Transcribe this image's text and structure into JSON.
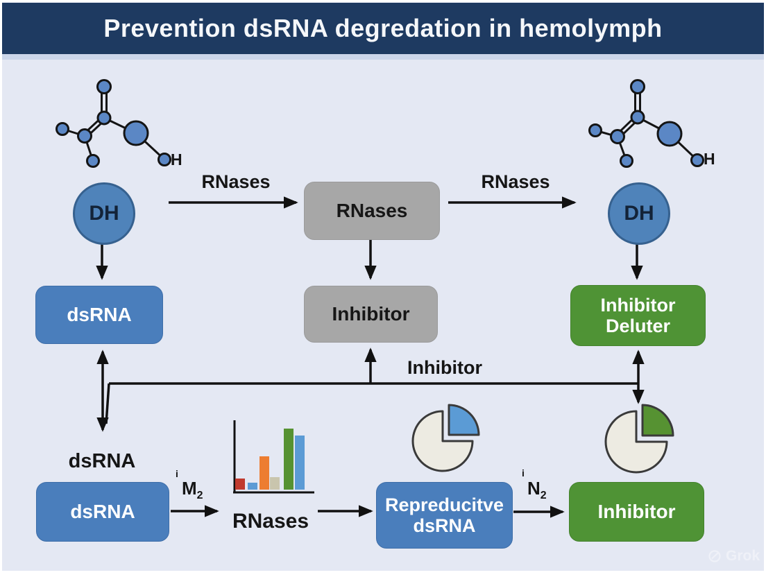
{
  "header": {
    "title": "Prevention dsRNA degredation in hemolymph"
  },
  "colors": {
    "header_bg": "#1e3a61",
    "background": "#e4e8f3",
    "box_blue": "#4a7ebc",
    "box_gray": "#a7a7a7",
    "box_green": "#4f9335",
    "atom_blue": "#5b87c5",
    "arrow": "#111111"
  },
  "top_row": {
    "left_molecule_h_label": "H",
    "right_molecule_h_label": "H",
    "dh_left": "DH",
    "dh_right": "DH",
    "arrow_left_label": "RNases",
    "arrow_right_label": "RNases",
    "rnases_box": "RNases"
  },
  "mid_row": {
    "dsrna_box": "dsRNA",
    "inhibitor_box": "Inhibitor",
    "inhibitor_deluter_line1": "Inhibitor",
    "inhibitor_deluter_line2": "Deluter",
    "inhibitor_line_label": "Inhibitor"
  },
  "bottom_row": {
    "dsrna_text": "dsRNA",
    "dsrna_box": "dsRNA",
    "m2": {
      "tick": "i",
      "base": "M",
      "sub": "2"
    },
    "rnases_label": "RNases",
    "reproductive_line1": "Repreducitve",
    "reproductive_line2": "dsRNA",
    "n2": {
      "tick": "i",
      "base": "N",
      "sub": "2"
    },
    "inhibitor_box": "Inhibitor"
  },
  "chart_data": [
    {
      "type": "bar",
      "title": "",
      "xlabel": "",
      "ylabel": "",
      "values": [
        16,
        10,
        48,
        18,
        88,
        78
      ],
      "colors": [
        "#c03a2e",
        "#5b9bd5",
        "#ed7d31",
        "#c9c5ad",
        "#569232",
        "#5b9bd5"
      ],
      "ylim": [
        0,
        100
      ],
      "axis_tick_labels": "none",
      "legend": "none"
    },
    {
      "type": "pie",
      "values": [
        75,
        25
      ],
      "colors": [
        "#edebe2",
        "#5b9bd5"
      ],
      "exploded_slice": 1,
      "legend": "none"
    },
    {
      "type": "pie",
      "values": [
        75,
        25
      ],
      "colors": [
        "#edebe2",
        "#569232"
      ],
      "exploded_slice": 1,
      "legend": "none"
    }
  ],
  "watermark": {
    "label": "Grok"
  }
}
